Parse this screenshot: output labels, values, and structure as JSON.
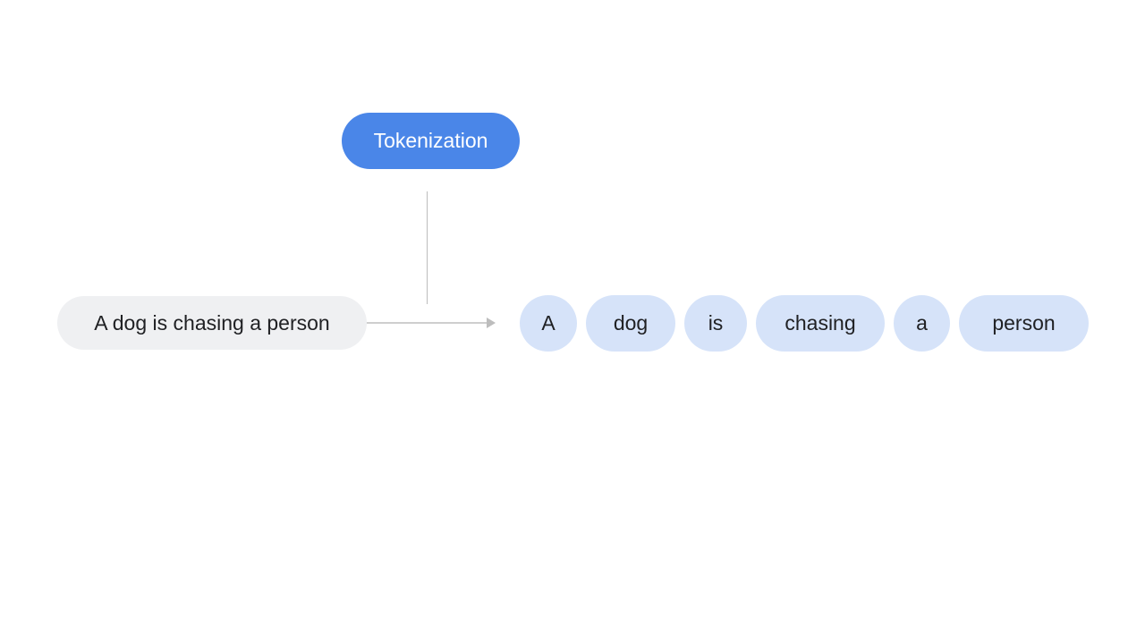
{
  "process": {
    "label": "Tokenization",
    "color": "#4a86e8"
  },
  "input": {
    "text": "A dog is chasing a person",
    "color": "#eff0f2"
  },
  "tokens": {
    "color": "#d6e3f9",
    "items": [
      "A",
      "dog",
      "is",
      "chasing",
      "a",
      "person"
    ]
  },
  "connector": {
    "color": "#bdbdbd"
  }
}
